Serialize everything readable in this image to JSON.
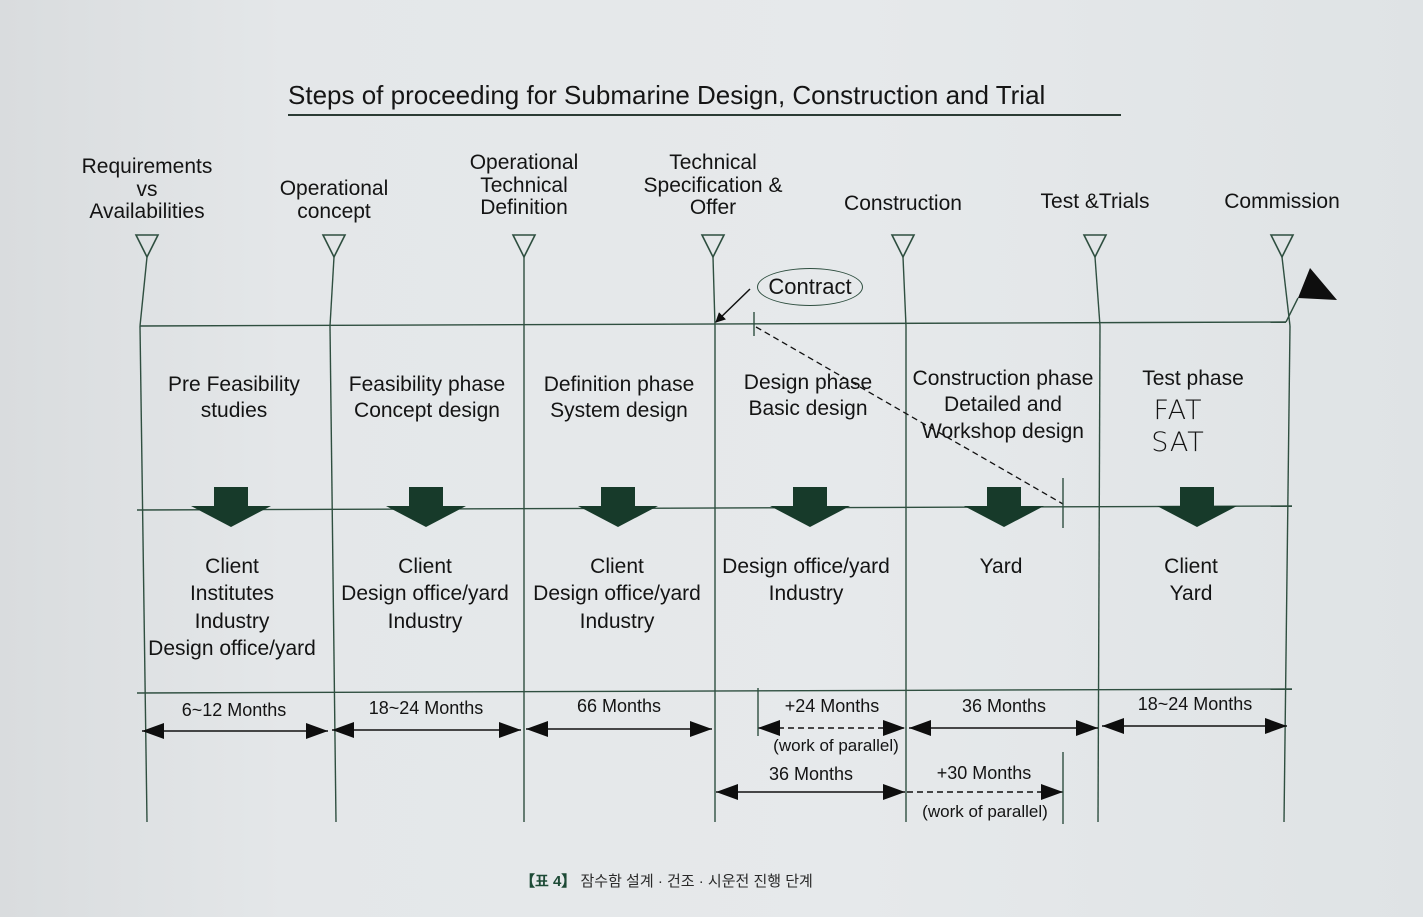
{
  "title": "Steps of proceeding for Submarine Design, Construction and Trial",
  "colors": {
    "line": "#2f4f40",
    "arrow_fill": "#173a2a",
    "flag": "#0e0e0e",
    "text": "#141414"
  },
  "milestones": [
    {
      "lines": [
        "Requirements",
        "vs",
        "Availabilities"
      ],
      "icon": "triangle-down-marker"
    },
    {
      "lines": [
        "Operational",
        "concept"
      ],
      "icon": "triangle-down-marker"
    },
    {
      "lines": [
        "Operational",
        "Technical",
        "Definition"
      ],
      "icon": "triangle-down-marker"
    },
    {
      "lines": [
        "Technical",
        "Specification &",
        "Offer"
      ],
      "icon": "triangle-down-marker"
    },
    {
      "lines": [
        "Construction"
      ],
      "icon": "triangle-down-marker"
    },
    {
      "lines": [
        "Test &Trials"
      ],
      "icon": "triangle-down-marker"
    },
    {
      "lines": [
        "Commission"
      ],
      "icon": "triangle-down-marker"
    }
  ],
  "contract_label": "Contract",
  "end_marker": "finish-flag",
  "phases": [
    {
      "lines": [
        "Pre Feasibility",
        "studies"
      ]
    },
    {
      "lines": [
        "Feasibility phase",
        "Concept design"
      ]
    },
    {
      "lines": [
        "Definition phase",
        "System design"
      ]
    },
    {
      "lines": [
        "Design phase",
        "Basic design"
      ]
    },
    {
      "lines": [
        "Construction phase",
        "Detailed and",
        "Workshop design"
      ]
    },
    {
      "lines": [
        "Test phase"
      ],
      "handwritten": [
        "FAT",
        "SAT"
      ]
    }
  ],
  "actors": [
    {
      "lines": [
        "Client",
        "Institutes",
        "Industry",
        "Design office/yard"
      ]
    },
    {
      "lines": [
        "Client",
        "Design office/yard",
        "Industry"
      ]
    },
    {
      "lines": [
        "Client",
        "Design office/yard",
        "Industry"
      ]
    },
    {
      "lines": [
        "Design office/yard",
        "Industry"
      ]
    },
    {
      "lines": [
        "Yard"
      ]
    },
    {
      "lines": [
        "Client",
        "Yard"
      ]
    }
  ],
  "durations": [
    {
      "label": "6~12 Months",
      "style": "solid"
    },
    {
      "label": "18~24 Months",
      "style": "solid"
    },
    {
      "label": "66 Months",
      "style": "solid"
    },
    {
      "label": "+24 Months",
      "note": "(work of parallel)",
      "style": "dashed"
    },
    {
      "label": "36 Months",
      "style": "solid"
    },
    {
      "label": "18~24 Months",
      "style": "solid"
    },
    {
      "label": "36 Months",
      "style": "solid"
    },
    {
      "label": "+30 Months",
      "note": "(work of parallel)",
      "style": "dashed"
    }
  ],
  "caption": {
    "tag": "【표 4】",
    "text": "잠수함 설계 · 건조 · 시운전 진행 단계"
  }
}
